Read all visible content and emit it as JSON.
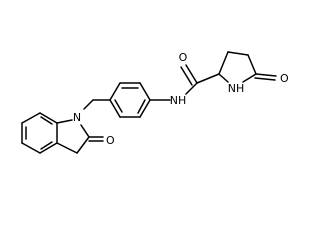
{
  "molecule": {
    "atom_labels": {
      "oxo_carbonyl_O": "O",
      "amide_O": "O",
      "amide_NH": "NH",
      "indoline_N": "N",
      "pyrrolidinone_NH": "NH",
      "lactam_O": "O"
    }
  }
}
